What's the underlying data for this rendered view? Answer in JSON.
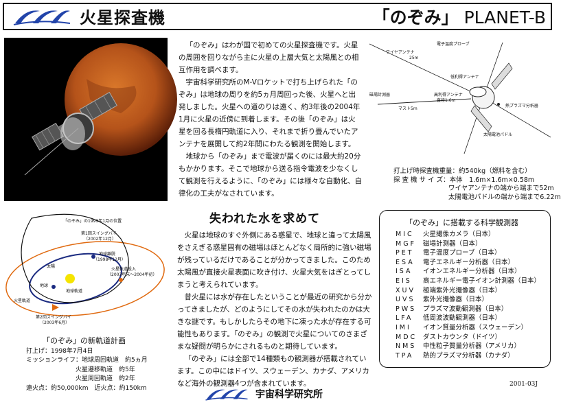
{
  "header": {
    "org_logo": "ISAS",
    "title": "火星探査機",
    "subtitle_jp": "「のぞみ」",
    "subtitle_en": "PLANET-B"
  },
  "intro": {
    "paragraphs": [
      "「のぞみ」はわが国で初めての火星探査機です。火星の周囲を回りながら主に火星の上層大気と太陽風との相互作用を調べます。",
      "宇宙科学研究所のM-Vロケットで打ち上げられた「のぞみ」は地球の周りを約5ヵ月周回った後、火星へと出発しました。火星への道のりは遠く、約3年後の2004年1月に火星の近傍に到着します。その後「のぞみ」は火星を回る長楕円軌道に入り、それまで折り畳んでいたアンテナを展開して約2年間にわたる観測を開始します。",
      "地球から「のぞみ」まで電波が届くのには最大約20分もかかります。そこで地球から送る指令電波を少なくして観測を行えるように、「のぞみ」には様々な自動化、自律化の工夫がなされています。"
    ]
  },
  "diagram_labels": {
    "electron_probe": "電子温度プローブ",
    "wire_antenna": "ワイヤアンテナ",
    "wire_len": "25m",
    "low_gain": "低利得アンテナ",
    "magnetometer": "磁場計測器",
    "high_gain": "高利得アンテナ",
    "high_gain_dia": "直径1.6m",
    "plasma": "熱プラズマ分析器",
    "mast": "マスト5m",
    "solar": "太陽電池パドル"
  },
  "specs": {
    "mass_label": "打上げ時探査機重量：",
    "mass_value": "約540kg（燃料を含む）",
    "size_label": "探 査 機 サ イ ズ：",
    "size_value": "本体　1.6m×1.6m×0.58m",
    "wire_span": "ワイヤアンテナの端から端まで52m",
    "panel_span": "太陽電池パドルの端から端まで6.22m"
  },
  "orbit": {
    "labels": {
      "mars_orbit_pos": "「のぞみ」の1999年1月の位置",
      "swingby1": "第1回スイングバイ",
      "swingby1_date": "（2002年12月）",
      "sun": "太陽",
      "earth_dep": "地球離脱",
      "earth_dep_date": "（1998年12月）",
      "mars_ins": "火星軌道投入",
      "mars_ins_date": "（2003年末〜2004年初）",
      "earth": "地球",
      "earth_orbit": "地球軌道",
      "mars_orbit": "火星軌道",
      "swingby2": "第2回スイングバイ",
      "swingby2_date": "（2003年6月）"
    },
    "title": "「のぞみ」の新軌道計画",
    "launch": "打上げ：1998年7月4日",
    "mission_label": "ミッションライフ：",
    "life1": "地球周回軌道　約5ヵ月",
    "life2": "火星遷移軌道　約5年",
    "life3": "火星周回軌道　約2年",
    "apsis": "遠火点：約50,000km　近火点：約150km"
  },
  "section": {
    "title": "失われた水を求めて",
    "paragraphs": [
      "火星は地球のすぐ外側にある惑星で、地球と違って太陽風をさえぎる惑星固有の磁場はほとんどなく局所的に強い磁場が残っているだけであることが分かってきました。このため太陽風が直接火星表面に吹き付け、火星大気をはぎとってしまうと考えられています。",
      "昔火星には水が存在したということが最近の研究から分かってきましたが、どのようにしてその水が失われたのかは大きな謎です。もしかしたらその地下に凍った水が存在する可能性もあります。「のぞみ」の観測で火星についてのさまざまな疑問が明らかにされるものと期待しています。",
      "「のぞみ」には全部で14種類もの観測器が搭載されています。この中にはドイツ、スウェーデン、カナダ、アメリカなど海外の観測器4つが含まれています。"
    ]
  },
  "instruments": {
    "title": "「のぞみ」に搭載する科学観測器",
    "rows": [
      {
        "code": "MIC",
        "name": "火星撮像カメラ（日本）"
      },
      {
        "code": "MGF",
        "name": "磁場計測器（日本）"
      },
      {
        "code": "PET",
        "name": "電子温度プローブ（日本）"
      },
      {
        "code": "ESA",
        "name": "電子エネルギー分析器（日本）"
      },
      {
        "code": "ISA",
        "name": "イオンエネルギー分析器（日本）"
      },
      {
        "code": "EIS",
        "name": "高エネルギー電子イオン計測器（日本）"
      },
      {
        "code": "XUV",
        "name": "極端紫外光撮像器（日本）"
      },
      {
        "code": "UVS",
        "name": "紫外光撮像器（日本）"
      },
      {
        "code": "PWS",
        "name": "プラズマ波動観測器（日本）"
      },
      {
        "code": "LFA",
        "name": "低周波波動観測器（日本）"
      },
      {
        "code": "IMI",
        "name": "イオン質量分析器（スウェーデン）"
      },
      {
        "code": "MDC",
        "name": "ダストカウンタ（ドイツ）"
      },
      {
        "code": "NMS",
        "name": "中性粒子質量分析器（アメリカ）"
      },
      {
        "code": "TPA",
        "name": "熱的プラズマ分析器（カナダ）"
      }
    ]
  },
  "footer": {
    "logo": "ISAS",
    "org": "宇宙科学研究所",
    "doc_code": "2001-03J"
  }
}
